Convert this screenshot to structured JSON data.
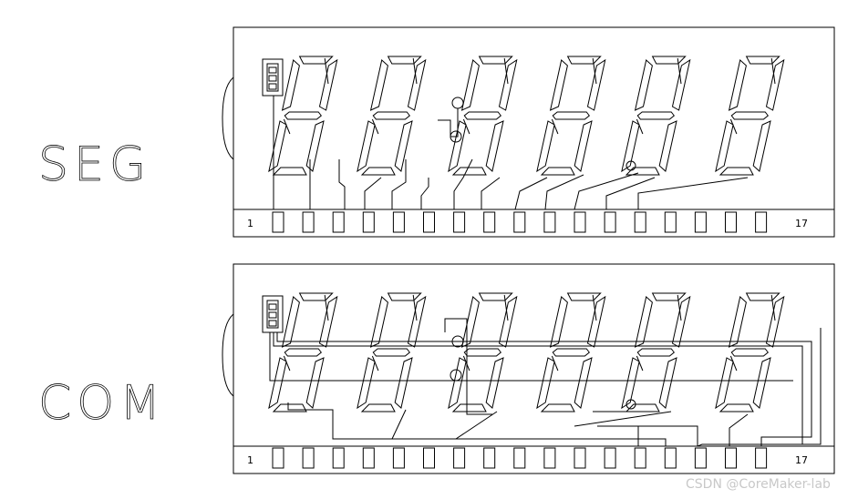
{
  "panels": [
    {
      "label": "SEG",
      "pin_first": "1",
      "pin_last": "17"
    },
    {
      "label": "COM",
      "pin_first": "1",
      "pin_last": "17"
    }
  ],
  "watermark": "CSDN @CoreMaker-lab"
}
